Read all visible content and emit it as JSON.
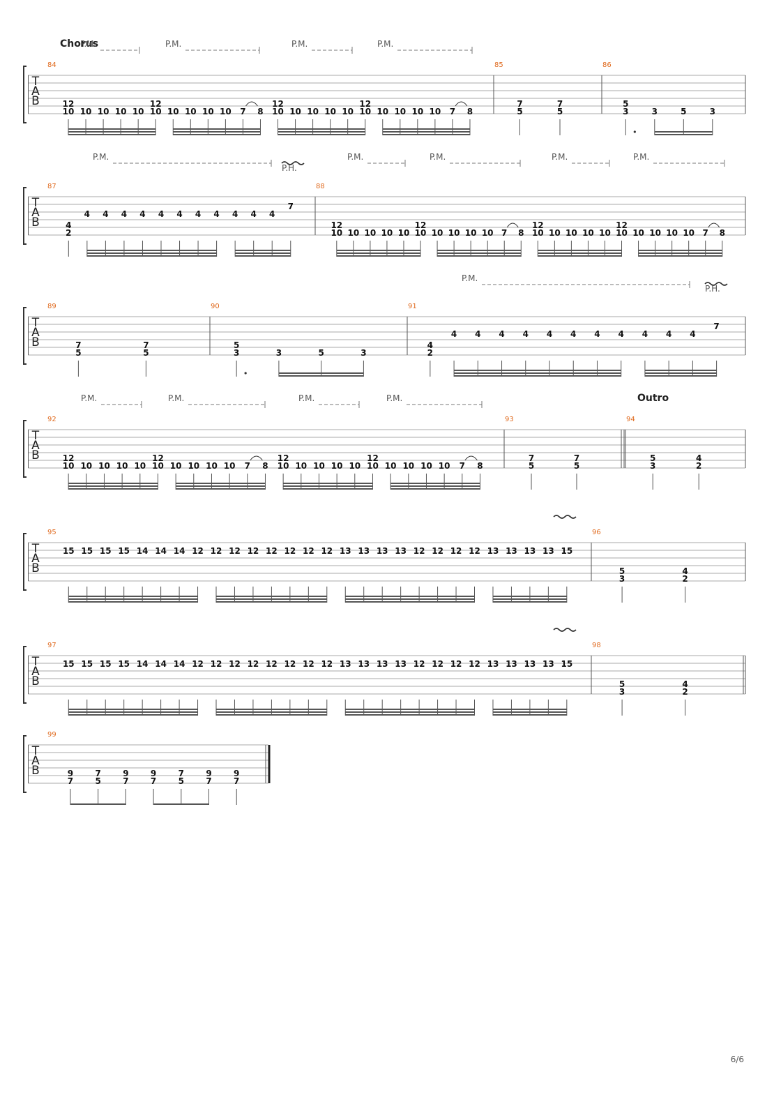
{
  "page_label": "6/6",
  "tab_clef": [
    "T",
    "A",
    "B"
  ],
  "systems": [
    {
      "sections": [
        {
          "text": "Chorus"
        }
      ],
      "pm": [
        "P.M.",
        "P.M.",
        "P.M.",
        "P.M."
      ],
      "ph": [],
      "measures": [
        {
          "number": "84",
          "groups": [
            {
              "notes": [
                [
                  "12",
                  "10"
                ],
                [
                  "10"
                ],
                [
                  "10"
                ],
                [
                  "10"
                ],
                [
                  "10"
                ],
                [
                  "12",
                  "10"
                ]
              ],
              "beams": 3
            },
            {
              "notes": [
                [
                  "10"
                ],
                [
                  "10"
                ],
                [
                  "10"
                ],
                [
                  "10"
                ],
                [
                  "7"
                ],
                [
                  "8"
                ]
              ],
              "beams": 3,
              "slur": [
                4,
                5
              ]
            },
            {
              "notes": [
                [
                  "12",
                  "10"
                ],
                [
                  "10"
                ],
                [
                  "10"
                ],
                [
                  "10"
                ],
                [
                  "10"
                ],
                [
                  "12",
                  "10"
                ]
              ],
              "beams": 3
            },
            {
              "notes": [
                [
                  "10"
                ],
                [
                  "10"
                ],
                [
                  "10"
                ],
                [
                  "10"
                ],
                [
                  "7"
                ],
                [
                  "8"
                ]
              ],
              "beams": 3,
              "slur": [
                4,
                5
              ]
            }
          ]
        },
        {
          "number": "85",
          "groups": [
            {
              "notes": [
                [
                  "7",
                  "5"
                ]
              ],
              "beams": 0
            },
            {
              "notes": [
                [
                  "7",
                  "5"
                ]
              ],
              "beams": 0
            }
          ]
        },
        {
          "number": "86",
          "groups": [
            {
              "notes": [
                [
                  "5",
                  "3"
                ]
              ],
              "beams": 0,
              "dot": true
            },
            {
              "notes": [
                [
                  "3"
                ],
                [
                  "5"
                ],
                [
                  "3"
                ]
              ],
              "beams": 2
            }
          ]
        }
      ]
    },
    {
      "sections": [],
      "pm": [
        "P.M.",
        "P.M.",
        "P.M.",
        "P.M.",
        "P.M."
      ],
      "ph": [
        "P.H."
      ],
      "measures": [
        {
          "number": "87",
          "groups": [
            {
              "notes": [
                [
                  "4",
                  "2"
                ]
              ],
              "beams": 0
            },
            {
              "notes": [
                [
                  "4"
                ],
                [
                  "4"
                ],
                [
                  "4"
                ],
                [
                  "4"
                ],
                [
                  "4"
                ],
                [
                  "4"
                ],
                [
                  "4"
                ],
                [
                  "4"
                ]
              ],
              "beams": 3
            },
            {
              "notes": [
                [
                  "4"
                ],
                [
                  "4"
                ],
                [
                  "4"
                ],
                [
                  "7"
                ]
              ],
              "beams": 3
            }
          ]
        },
        {
          "number": "88",
          "groups": [
            {
              "notes": [
                [
                  "12",
                  "10"
                ],
                [
                  "10"
                ],
                [
                  "10"
                ],
                [
                  "10"
                ],
                [
                  "10"
                ],
                [
                  "12",
                  "10"
                ]
              ],
              "beams": 3
            },
            {
              "notes": [
                [
                  "10"
                ],
                [
                  "10"
                ],
                [
                  "10"
                ],
                [
                  "10"
                ],
                [
                  "7"
                ],
                [
                  "8"
                ]
              ],
              "beams": 3,
              "slur": [
                4,
                5
              ]
            },
            {
              "notes": [
                [
                  "12",
                  "10"
                ],
                [
                  "10"
                ],
                [
                  "10"
                ],
                [
                  "10"
                ],
                [
                  "10"
                ],
                [
                  "12",
                  "10"
                ]
              ],
              "beams": 3
            },
            {
              "notes": [
                [
                  "10"
                ],
                [
                  "10"
                ],
                [
                  "10"
                ],
                [
                  "10"
                ],
                [
                  "7"
                ],
                [
                  "8"
                ]
              ],
              "beams": 3,
              "slur": [
                4,
                5
              ]
            }
          ]
        }
      ]
    },
    {
      "sections": [],
      "pm": [
        "P.M."
      ],
      "ph": [
        "P.H."
      ],
      "measures": [
        {
          "number": "89",
          "groups": [
            {
              "notes": [
                [
                  "7",
                  "5"
                ]
              ],
              "beams": 0
            },
            {
              "notes": [
                [
                  "7",
                  "5"
                ]
              ],
              "beams": 0
            }
          ]
        },
        {
          "number": "90",
          "groups": [
            {
              "notes": [
                [
                  "5",
                  "3"
                ]
              ],
              "beams": 0,
              "dot": true
            },
            {
              "notes": [
                [
                  "3"
                ],
                [
                  "5"
                ],
                [
                  "3"
                ]
              ],
              "beams": 2
            }
          ]
        },
        {
          "number": "91",
          "groups": [
            {
              "notes": [
                [
                  "4",
                  "2"
                ]
              ],
              "beams": 0
            },
            {
              "notes": [
                [
                  "4"
                ],
                [
                  "4"
                ],
                [
                  "4"
                ],
                [
                  "4"
                ],
                [
                  "4"
                ],
                [
                  "4"
                ],
                [
                  "4"
                ],
                [
                  "4"
                ]
              ],
              "beams": 3
            },
            {
              "notes": [
                [
                  "4"
                ],
                [
                  "4"
                ],
                [
                  "4"
                ],
                [
                  "7"
                ]
              ],
              "beams": 3
            }
          ]
        }
      ]
    },
    {
      "sections": [
        {
          "text": "Outro"
        }
      ],
      "pm": [
        "P.M.",
        "P.M.",
        "P.M.",
        "P.M."
      ],
      "ph": [],
      "measures": [
        {
          "number": "92",
          "groups": [
            {
              "notes": [
                [
                  "12",
                  "10"
                ],
                [
                  "10"
                ],
                [
                  "10"
                ],
                [
                  "10"
                ],
                [
                  "10"
                ],
                [
                  "12",
                  "10"
                ]
              ],
              "beams": 3
            },
            {
              "notes": [
                [
                  "10"
                ],
                [
                  "10"
                ],
                [
                  "10"
                ],
                [
                  "10"
                ],
                [
                  "7"
                ],
                [
                  "8"
                ]
              ],
              "beams": 3,
              "slur": [
                4,
                5
              ]
            },
            {
              "notes": [
                [
                  "12",
                  "10"
                ],
                [
                  "10"
                ],
                [
                  "10"
                ],
                [
                  "10"
                ],
                [
                  "10"
                ],
                [
                  "12",
                  "10"
                ]
              ],
              "beams": 3
            },
            {
              "notes": [
                [
                  "10"
                ],
                [
                  "10"
                ],
                [
                  "10"
                ],
                [
                  "10"
                ],
                [
                  "7"
                ],
                [
                  "8"
                ]
              ],
              "beams": 3,
              "slur": [
                4,
                5
              ]
            }
          ]
        },
        {
          "number": "93",
          "groups": [
            {
              "notes": [
                [
                  "7",
                  "5"
                ]
              ],
              "beams": 0
            },
            {
              "notes": [
                [
                  "7",
                  "5"
                ]
              ],
              "beams": 0
            }
          ]
        },
        {
          "number": "94",
          "groups": [
            {
              "notes": [
                [
                  "5",
                  "3"
                ]
              ],
              "beams": 0
            },
            {
              "notes": [
                [
                  "4",
                  "2"
                ]
              ],
              "beams": 0
            }
          ]
        }
      ]
    },
    {
      "sections": [],
      "pm": [],
      "ph": [],
      "measures": [
        {
          "number": "95",
          "groups": [
            {
              "notes": [
                [
                  "15"
                ],
                [
                  "15"
                ],
                [
                  "15"
                ],
                [
                  "15"
                ],
                [
                  "14"
                ],
                [
                  "14"
                ],
                [
                  "14"
                ],
                [
                  "12"
                ]
              ],
              "beams": 3
            },
            {
              "notes": [
                [
                  "12"
                ],
                [
                  "12"
                ],
                [
                  "12"
                ],
                [
                  "12"
                ],
                [
                  "12"
                ],
                [
                  "12"
                ],
                [
                  "12"
                ]
              ],
              "beams": 3
            },
            {
              "notes": [
                [
                  "13"
                ],
                [
                  "13"
                ],
                [
                  "13"
                ],
                [
                  "13"
                ],
                [
                  "12"
                ],
                [
                  "12"
                ],
                [
                  "12"
                ],
                [
                  "12"
                ]
              ],
              "beams": 3
            },
            {
              "notes": [
                [
                  "13"
                ],
                [
                  "13"
                ],
                [
                  "13"
                ],
                [
                  "13"
                ],
                [
                  "15"
                ]
              ],
              "beams": 3
            }
          ]
        },
        {
          "number": "96",
          "groups": [
            {
              "notes": [
                [
                  "5",
                  "3"
                ]
              ],
              "beams": 0
            },
            {
              "notes": [
                [
                  "4",
                  "2"
                ]
              ],
              "beams": 0
            }
          ]
        }
      ]
    },
    {
      "sections": [],
      "pm": [],
      "ph": [],
      "measures": [
        {
          "number": "97",
          "groups": [
            {
              "notes": [
                [
                  "15"
                ],
                [
                  "15"
                ],
                [
                  "15"
                ],
                [
                  "15"
                ],
                [
                  "14"
                ],
                [
                  "14"
                ],
                [
                  "14"
                ],
                [
                  "12"
                ]
              ],
              "beams": 3
            },
            {
              "notes": [
                [
                  "12"
                ],
                [
                  "12"
                ],
                [
                  "12"
                ],
                [
                  "12"
                ],
                [
                  "12"
                ],
                [
                  "12"
                ],
                [
                  "12"
                ]
              ],
              "beams": 3
            },
            {
              "notes": [
                [
                  "13"
                ],
                [
                  "13"
                ],
                [
                  "13"
                ],
                [
                  "13"
                ],
                [
                  "12"
                ],
                [
                  "12"
                ],
                [
                  "12"
                ],
                [
                  "12"
                ]
              ],
              "beams": 3
            },
            {
              "notes": [
                [
                  "13"
                ],
                [
                  "13"
                ],
                [
                  "13"
                ],
                [
                  "13"
                ],
                [
                  "15"
                ]
              ],
              "beams": 3
            }
          ]
        },
        {
          "number": "98",
          "groups": [
            {
              "notes": [
                [
                  "5",
                  "3"
                ]
              ],
              "beams": 0
            },
            {
              "notes": [
                [
                  "4",
                  "2"
                ]
              ],
              "beams": 0
            }
          ]
        }
      ]
    },
    {
      "sections": [],
      "pm": [],
      "ph": [],
      "measures": [
        {
          "number": "99",
          "groups": [
            {
              "notes": [
                [
                  "9",
                  "7"
                ],
                [
                  "7",
                  "5"
                ],
                [
                  "9",
                  "7"
                ]
              ],
              "beams": 1
            },
            {
              "notes": [
                [
                  "9",
                  "7"
                ],
                [
                  "7",
                  "5"
                ],
                [
                  "9",
                  "7"
                ]
              ],
              "beams": 1
            },
            {
              "notes": [
                [
                  "9",
                  "7"
                ]
              ],
              "beams": 0
            }
          ]
        }
      ]
    }
  ]
}
